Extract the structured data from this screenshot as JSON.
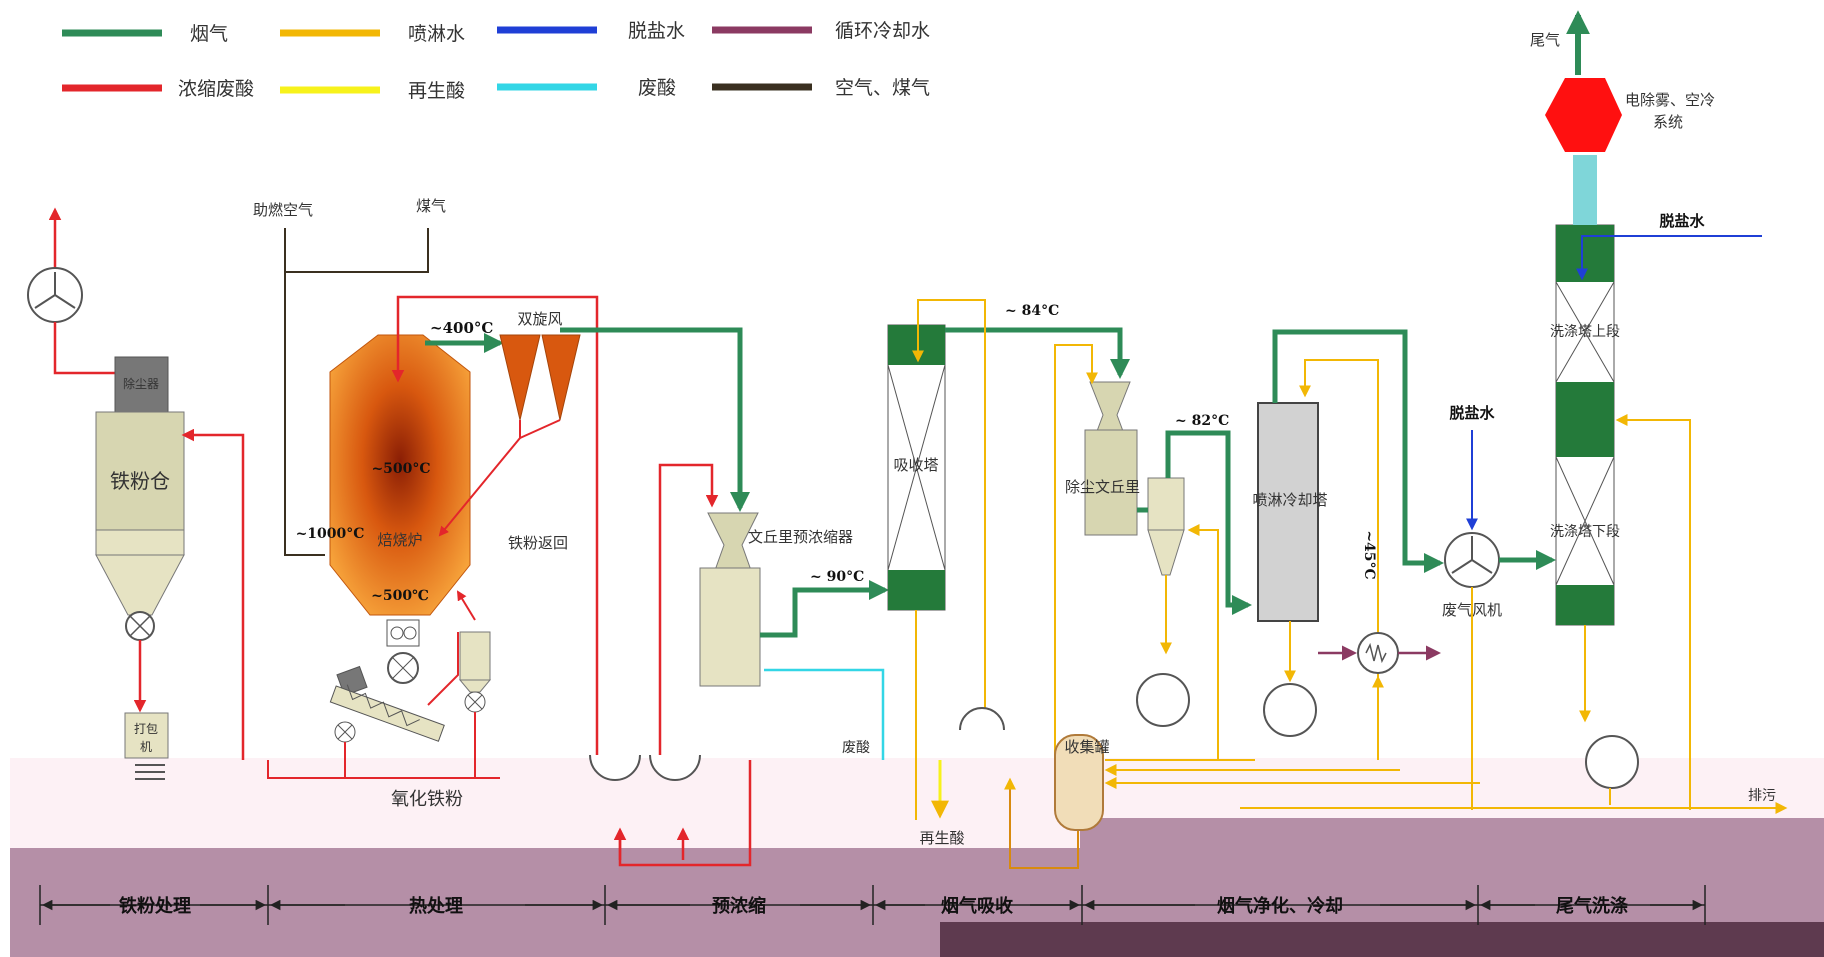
{
  "legend": [
    {
      "label": "烟气",
      "color": "#2e8b57"
    },
    {
      "label": "喷淋水",
      "color": "#f2b705"
    },
    {
      "label": "脱盐水",
      "color": "#1f3fd6"
    },
    {
      "label": "循环冷却水",
      "color": "#8b3a62"
    },
    {
      "label": "浓缩废酸",
      "color": "#e3262b"
    },
    {
      "label": "再生酸",
      "color": "#f7f21b"
    },
    {
      "label": "废酸",
      "color": "#33d6e6"
    },
    {
      "label": "空气、煤气",
      "color": "#3a3020"
    }
  ],
  "labels": {
    "exhaust": "尾气",
    "esp": "电除雾、空冷",
    "esp2": "系统",
    "demin_top": "脱盐水",
    "combustion_air": "助燃空气",
    "gas": "煤气",
    "dust_collector": "除尘器",
    "iron_bin": "铁粉仓",
    "packer": "打包",
    "packer2": "机",
    "roaster": "焙烧炉",
    "t400": "~400°C",
    "cyclone": "双旋风",
    "t500_top": "~500°C",
    "t1000": "~1000°C",
    "t500_bottom": "~500℃",
    "iron_return": "铁粉返回",
    "iron_oxide": "氧化铁粉",
    "venturi_pre": "文丘里预浓缩器",
    "t90": "~ 90°C",
    "waste_acid_in": "废酸",
    "absorber": "吸收塔",
    "t84": "~ 84°C",
    "regen_acid": "再生酸",
    "dust_venturi": "除尘文丘里",
    "t82": "~ 82°C",
    "collect_tank": "收集罐",
    "spray_tower": "喷淋冷却塔",
    "t45": "~45°C",
    "demin_mid": "脱盐水",
    "fan": "废气风机",
    "wash_upper": "洗涤塔上段",
    "wash_lower": "洗涤塔下段",
    "discharge": "排污"
  },
  "sections": [
    "铁粉处理",
    "热处理",
    "预浓缩",
    "烟气吸收",
    "烟气净化、冷却",
    "尾气洗涤"
  ],
  "colors": {
    "flue": "#2e8b57",
    "spray": "#f2b705",
    "demin": "#1f3fd6",
    "cooling": "#8b3a62",
    "conc_acid": "#e3262b",
    "regen": "#f7f21b",
    "waste": "#33d6e6",
    "airgas": "#3a3020",
    "equipment": "#e6e3c3",
    "tower_green": "#247a3a",
    "band": "#b58fa7",
    "band_dark": "#5e3a4f",
    "stack_red": "#ff1010",
    "stack_cyan": "#7fd6d9"
  }
}
